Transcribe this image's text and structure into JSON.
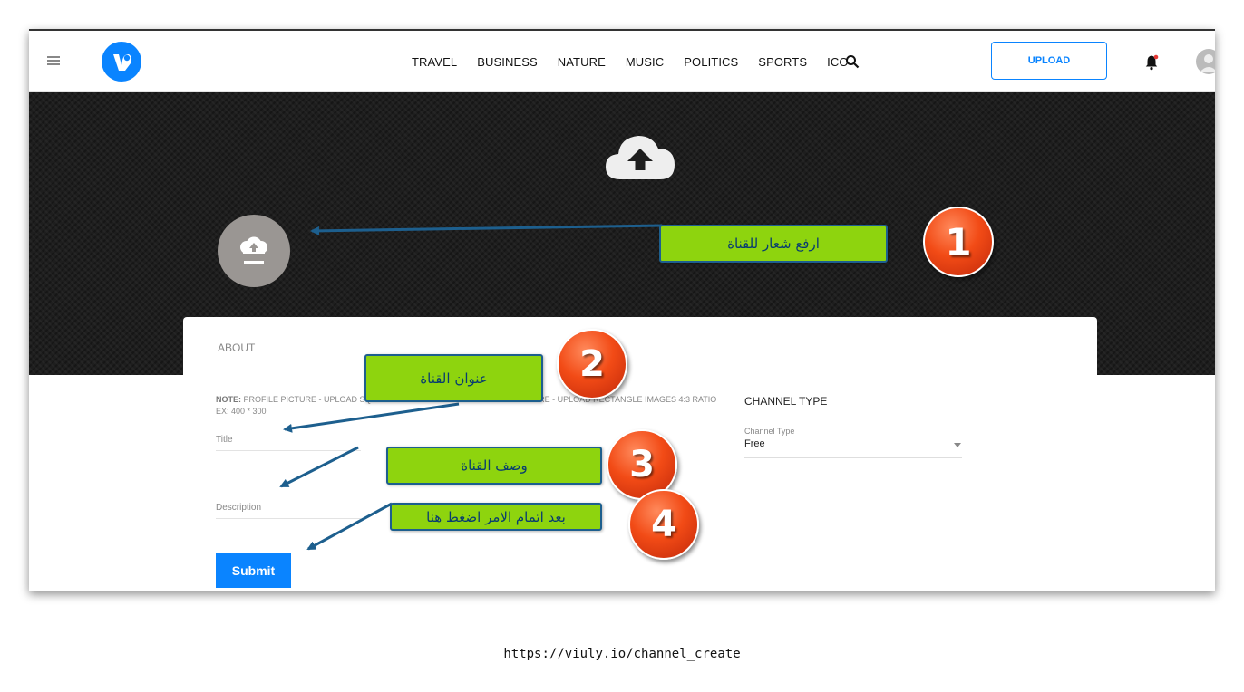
{
  "navbar": {
    "links": [
      "TRAVEL",
      "BUSINESS",
      "NATURE",
      "MUSIC",
      "POLITICS",
      "SPORTS",
      "ICO"
    ],
    "upload_label": "UPLOAD",
    "icons": [
      "menu-icon",
      "viuly-logo",
      "search-icon",
      "bell-icon",
      "avatar-icon"
    ]
  },
  "cover": {
    "icon": "cloud-upload-icon"
  },
  "profile": {
    "icon": "profile-upload-icon"
  },
  "form": {
    "about_title": "ABOUT",
    "note_label": "NOTE:",
    "note_text": "PROFILE PICTURE - UPLOAD SQUARE IMAGES EX: 300 * 300 COVER PICTURE - UPLOAD RECTANGLE IMAGES 4:3 RATIO EX: 400 * 300",
    "title_placeholder": "Title",
    "description_placeholder": "Description",
    "submit_label": "Submit",
    "channel_type_heading": "CHANNEL TYPE",
    "channel_type_label": "Channel Type",
    "channel_type_value": "Free"
  },
  "annotations": {
    "callouts": [
      {
        "number": "1",
        "text": "ارفع شعار للقناة"
      },
      {
        "number": "2",
        "text": "عنوان القناة"
      },
      {
        "number": "3",
        "text": "وصف القناة"
      },
      {
        "number": "4",
        "text": "بعد اتمام الامر اضغط هنا"
      }
    ],
    "callout_color": "#8ed40e",
    "callout_border_color": "#1d5f8e",
    "badge_color": "#f24b16",
    "arrow_color": "#1d5f8e"
  },
  "caption": "https://viuly.io/channel_create",
  "colors": {
    "accent": "#0a84ff",
    "cover_bg": "#1e1e1e"
  }
}
